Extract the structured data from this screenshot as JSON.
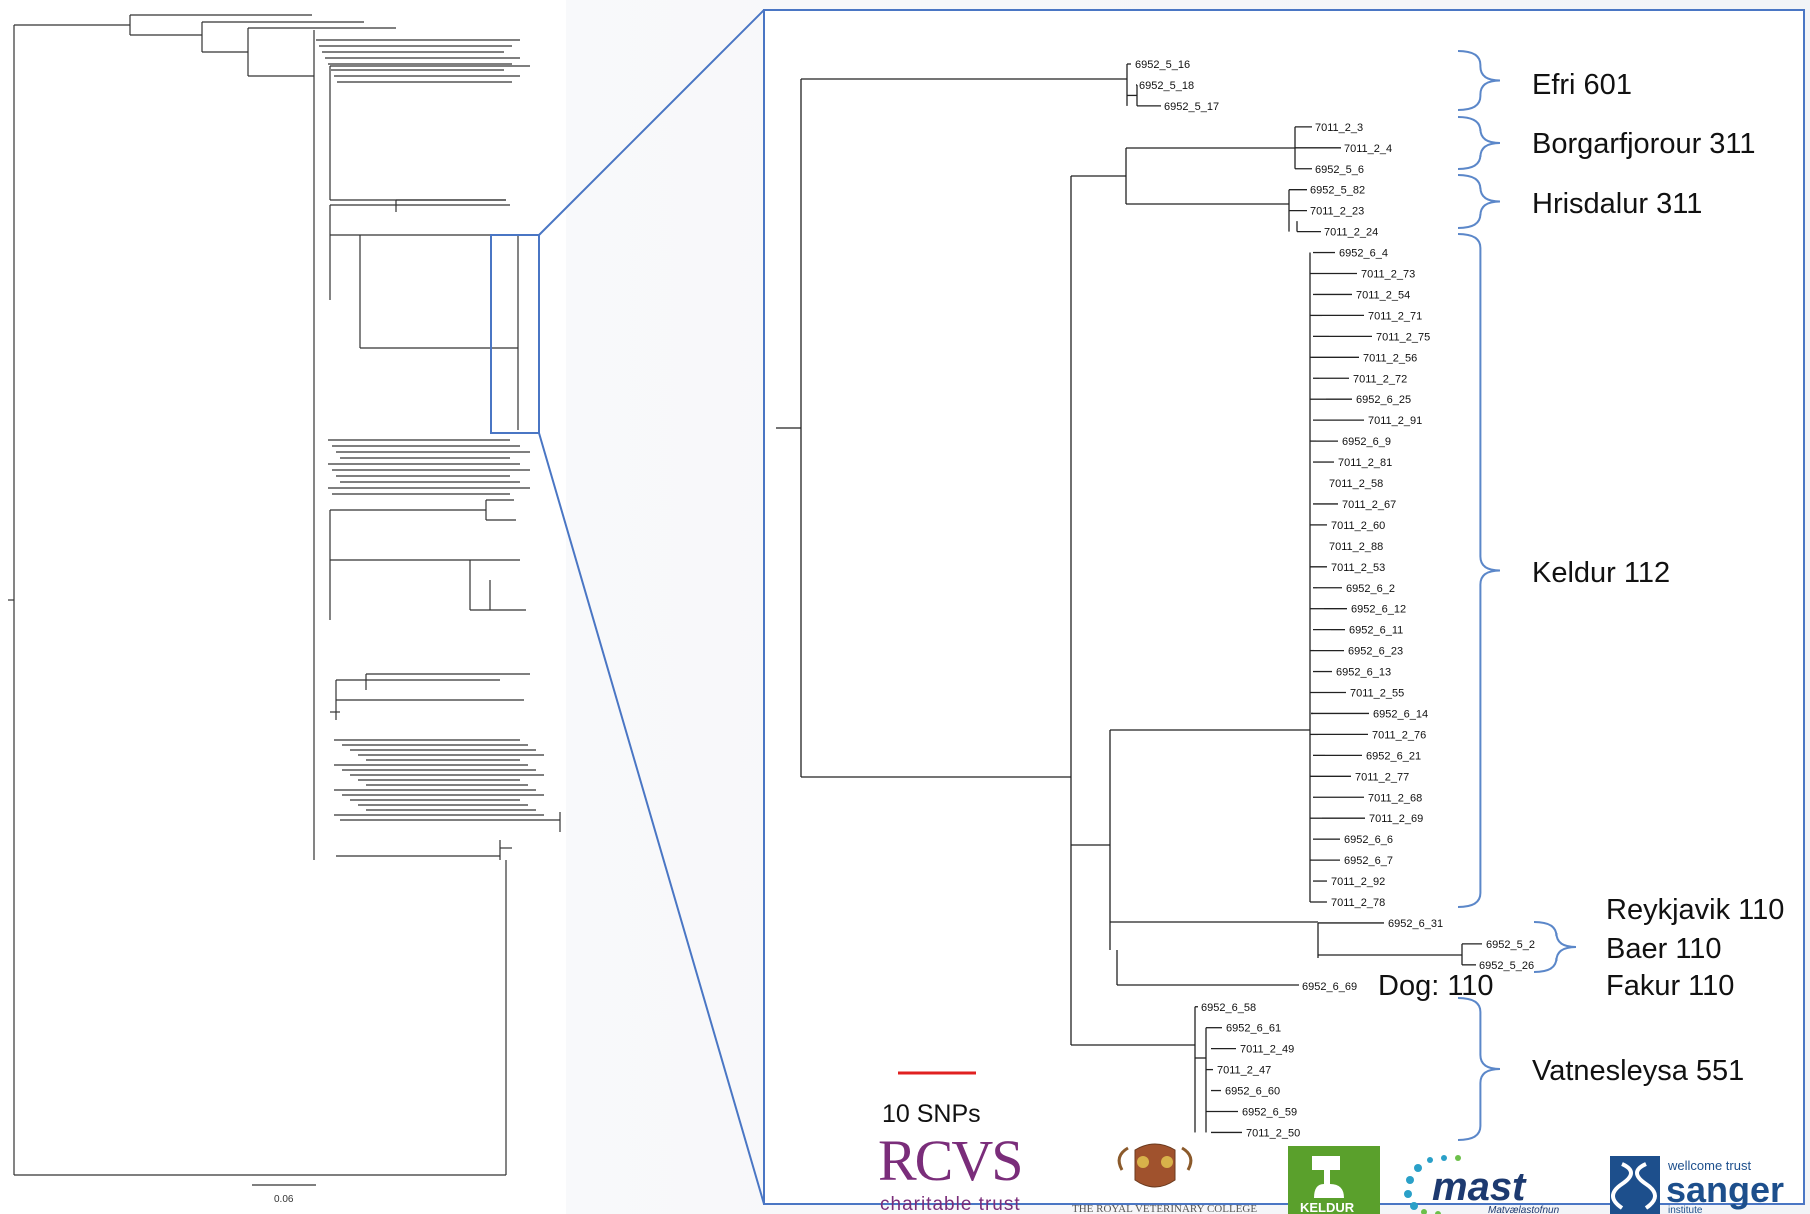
{
  "overview": {
    "scale_label": "0.06"
  },
  "zoom": {
    "scale_bar_label": "10 SNPs",
    "scale_bar_color": "#e02020",
    "frame_color": "#4a76c4",
    "leaves": [
      "6952_5_16",
      "6952_5_18",
      "6952_5_17",
      "7011_2_3",
      "7011_2_4",
      "6952_5_6",
      "6952_5_82",
      "7011_2_23",
      "7011_2_24",
      "6952_6_4",
      "7011_2_73",
      "7011_2_54",
      "7011_2_71",
      "7011_2_75",
      "7011_2_56",
      "7011_2_72",
      "6952_6_25",
      "7011_2_91",
      "6952_6_9",
      "7011_2_81",
      "7011_2_58",
      "7011_2_67",
      "7011_2_60",
      "7011_2_88",
      "7011_2_53",
      "6952_6_2",
      "6952_6_12",
      "6952_6_11",
      "6952_6_23",
      "6952_6_13",
      "7011_2_55",
      "6952_6_14",
      "7011_2_76",
      "6952_6_21",
      "7011_2_77",
      "7011_2_68",
      "7011_2_69",
      "6952_6_6",
      "6952_6_7",
      "7011_2_92",
      "7011_2_78",
      "6952_6_31",
      "6952_5_2",
      "6952_5_26",
      "6952_6_69",
      "6952_6_58",
      "6952_6_61",
      "7011_2_49",
      "7011_2_47",
      "6952_6_60",
      "6952_6_59",
      "7011_2_50"
    ],
    "groups": [
      {
        "label": "Efri 601"
      },
      {
        "label": "Borgarfjorour 311"
      },
      {
        "label": "Hrisdalur 311"
      },
      {
        "label": "Keldur 112"
      },
      {
        "label": "Reykjavik 110"
      },
      {
        "label": "Baer 110"
      },
      {
        "label": "Fakur 110"
      },
      {
        "label": "Dog: 110"
      },
      {
        "label": "Vatnesleysa 551"
      }
    ]
  },
  "logos": {
    "rcvs_top": "RCVS",
    "rcvs_sub": "charitable trust",
    "rvc": "THE ROYAL VETERINARY COLLEGE",
    "keldur": "KELDUR",
    "mast": "mast",
    "mast_sub": "Matvælastofnun",
    "sanger_top": "wellcome trust",
    "sanger": "sanger",
    "sanger_sub": "institute"
  }
}
